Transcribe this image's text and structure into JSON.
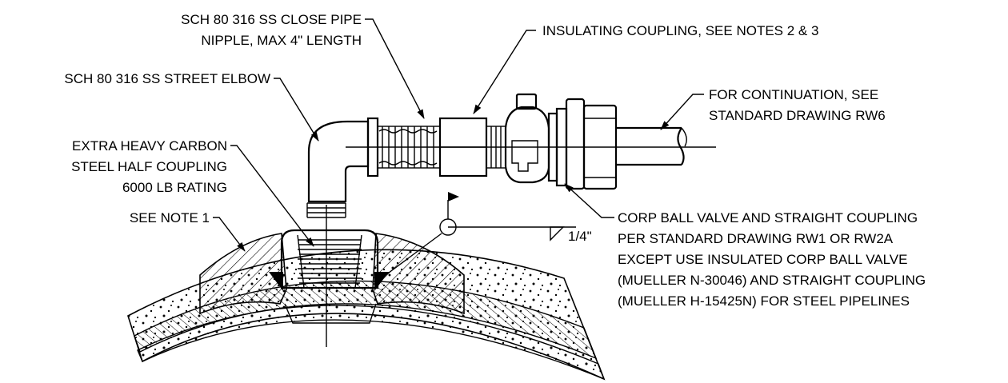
{
  "labels": {
    "close_nipple_l1": "SCH 80 316 SS CLOSE PIPE",
    "close_nipple_l2": "NIPPLE, MAX 4\" LENGTH",
    "insulating_coupling": "INSULATING COUPLING, SEE NOTES 2 & 3",
    "street_elbow": "SCH 80 316 SS STREET ELBOW",
    "continuation_l1": "FOR CONTINUATION, SEE",
    "continuation_l2": "STANDARD DRAWING RW6",
    "half_coupling_l1": "EXTRA HEAVY CARBON",
    "half_coupling_l2": "STEEL HALF COUPLING",
    "half_coupling_l3": "6000 LB RATING",
    "see_note": "SEE NOTE 1",
    "weld_size": "1/4\"",
    "corp_valve_l1": "CORP BALL VALVE AND STRAIGHT COUPLING",
    "corp_valve_l2": "PER STANDARD DRAWING RW1 OR RW2A",
    "corp_valve_l3": "EXCEPT USE INSULATED CORP BALL VALVE",
    "corp_valve_l4": "(MUELLER N-30046) AND STRAIGHT COUPLING",
    "corp_valve_l5": "(MUELLER H-15425N) FOR STEEL PIPELINES"
  }
}
